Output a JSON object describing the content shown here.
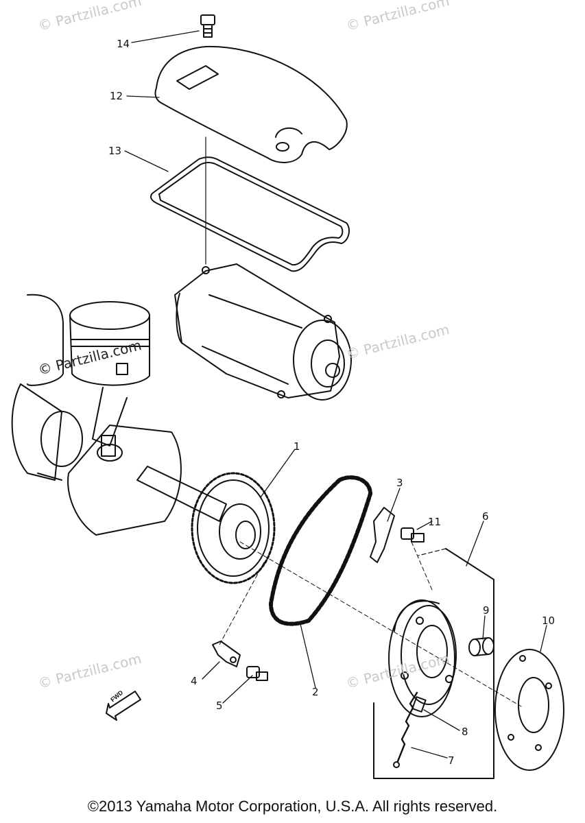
{
  "watermark": "© Partzilla.com",
  "callouts": [
    "14",
    "12",
    "13",
    "1",
    "3",
    "11",
    "6",
    "9",
    "10",
    "4",
    "5",
    "2",
    "8",
    "7"
  ],
  "fwd_label": "FWD",
  "copyright": "©2013 Yamaha Motor Corporation, U.S.A. All rights reserved."
}
